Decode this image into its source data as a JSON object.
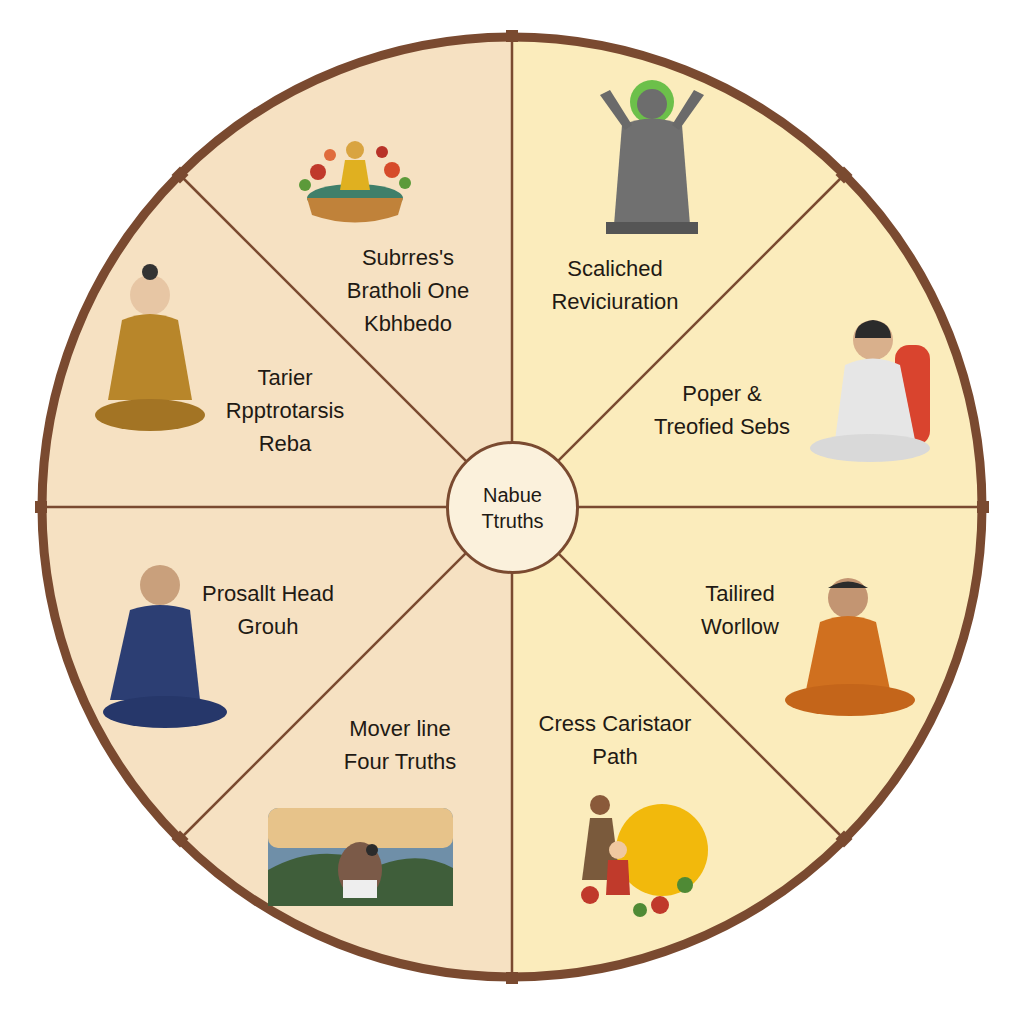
{
  "diagram": {
    "nodes": [
      {
        "text": [
          "Subrres's Bratholi One Kbhbedo"
        ]
      },
      {
        "text": [
          "Scaliched Reviciuration"
        ]
      },
      {
        "text": [
          "Tarier Rpptrotarsis Reba"
        ]
      },
      {
        "text": [
          "Poper & Treofied Sebs"
        ]
      },
      {
        "text": [
          "Nabue Ttruths"
        ]
      },
      {
        "text": [
          "Prosallt Head Grouh"
        ]
      },
      {
        "text": [
          "Tailired Worllow"
        ]
      },
      {
        "text": [
          "Mover line Four Truths"
        ]
      },
      {
        "text": [
          "Cress Caristaor Path"
        ]
      }
    ]
  }
}
